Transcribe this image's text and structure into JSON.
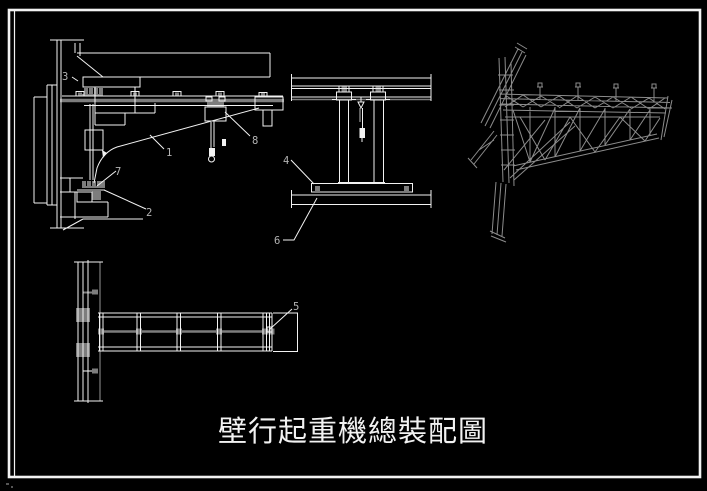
{
  "title": {
    "text": "壁行起重機總裝配圖"
  },
  "callouts": {
    "c1": "1",
    "c2": "2",
    "c3": "3",
    "c4": "4",
    "c5": "5",
    "c6": "6",
    "c7": "7",
    "c8": "8"
  },
  "colors": {
    "background": "#000000",
    "frame_white": "#f2f2f2",
    "line_white": "#f2f2f2",
    "line_gray": "#7d7d7d",
    "wireframe_gray": "#8c8c8c",
    "callout_text": "#b4b4b4",
    "title_white": "#f2f2f2"
  }
}
